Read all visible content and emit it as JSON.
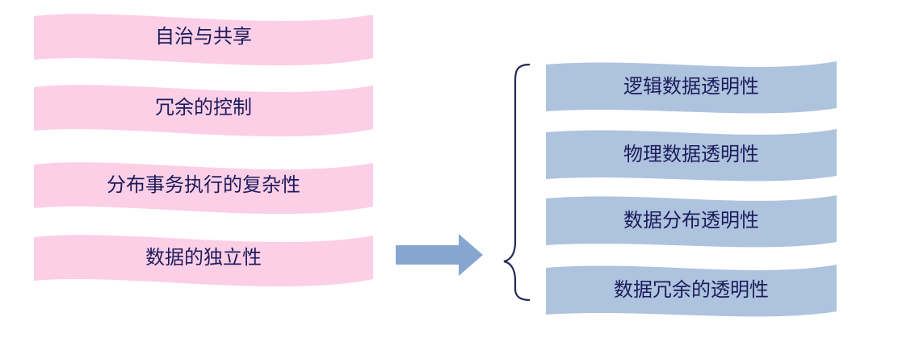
{
  "colors": {
    "pink_banner": "#fccfe6",
    "blue_banner": "#aec3de",
    "arrow": "#86a6cf",
    "brace": "#1f2a5a",
    "text": "#1c1c5c"
  },
  "left_items": [
    {
      "label": "自治与共享"
    },
    {
      "label": "冗余的控制"
    },
    {
      "label": "分布事务执行的复杂性"
    },
    {
      "label": "数据的独立性"
    }
  ],
  "right_items": [
    {
      "label": "逻辑数据透明性"
    },
    {
      "label": "物理数据透明性"
    },
    {
      "label": "数据分布透明性"
    },
    {
      "label": "数据冗余的透明性"
    }
  ]
}
